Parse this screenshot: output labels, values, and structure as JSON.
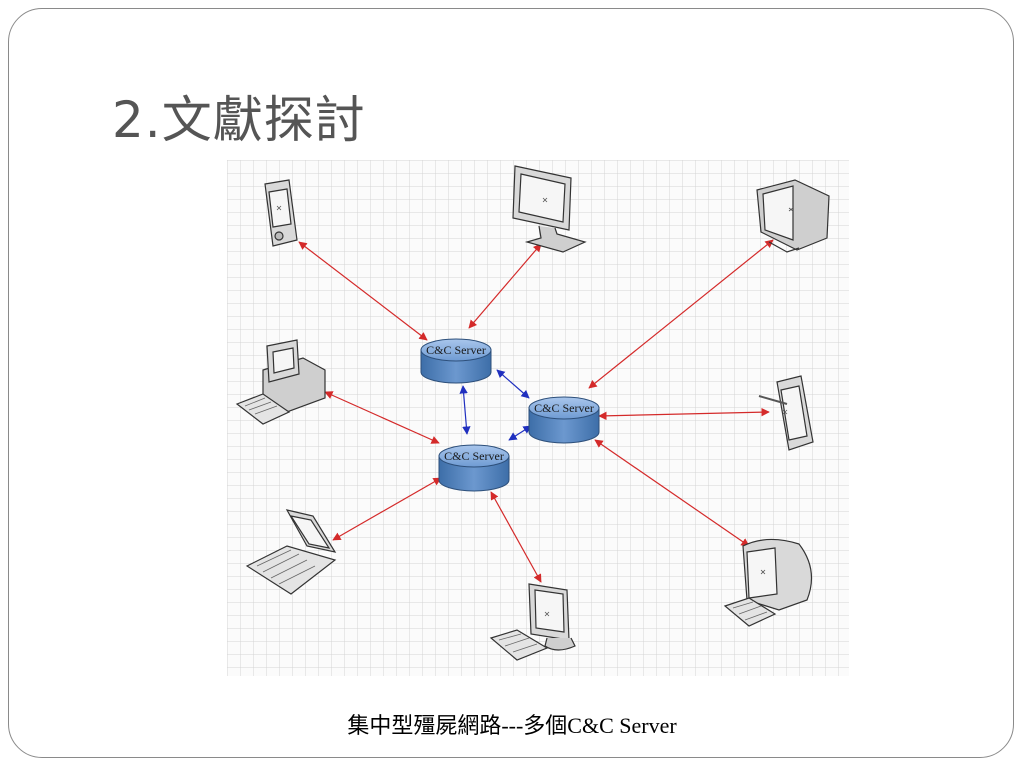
{
  "slide": {
    "title": "2.文獻探討",
    "caption": "集中型殭屍網路---多個C&C Server"
  },
  "diagram": {
    "servers": [
      {
        "id": "server-1",
        "label": "C&C Server"
      },
      {
        "id": "server-2",
        "label": "C&C Server"
      },
      {
        "id": "server-3",
        "label": "C&C Server"
      }
    ],
    "devices": [
      {
        "id": "pda-top-left",
        "icon": "pda-icon"
      },
      {
        "id": "monitor-top",
        "icon": "flat-monitor-icon"
      },
      {
        "id": "crt-top-right",
        "icon": "crt-monitor-icon"
      },
      {
        "id": "desktop-left",
        "icon": "desktop-computer-icon"
      },
      {
        "id": "tablet-right",
        "icon": "tablet-pen-icon"
      },
      {
        "id": "laptop-bottom-left",
        "icon": "laptop-icon"
      },
      {
        "id": "monitor-bottom",
        "icon": "lcd-monitor-keyboard-icon"
      },
      {
        "id": "imac-bottom-right",
        "icon": "imac-keyboard-icon"
      }
    ],
    "colors": {
      "device_link": "#d42a2a",
      "server_link": "#1f2fbf",
      "server_fill": "#5b8cc8",
      "grid": "#d0d0d0"
    }
  }
}
